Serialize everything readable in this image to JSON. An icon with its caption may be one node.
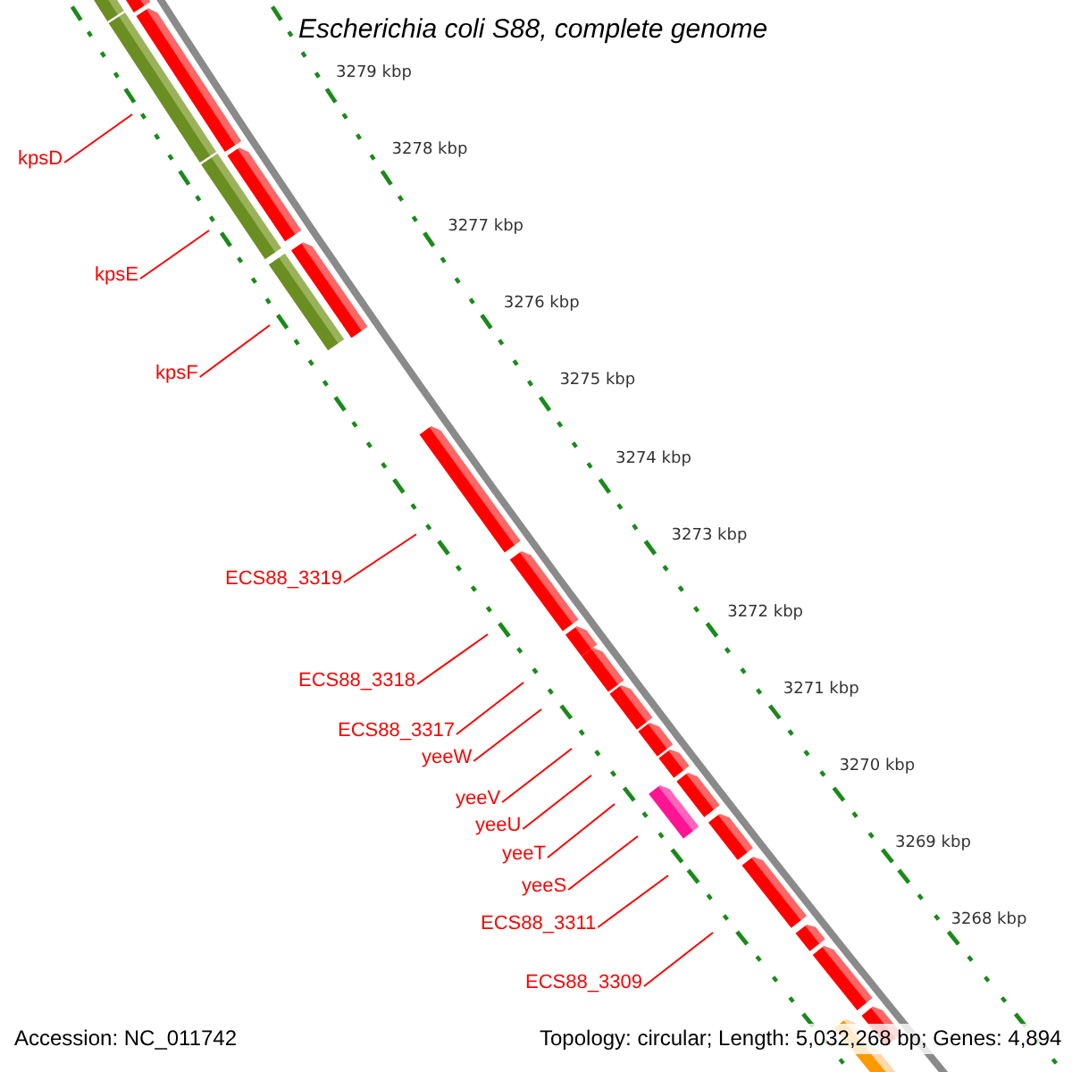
{
  "diagram": {
    "title": "Escherichia coli S88, complete genome",
    "nodes": [
      {
        "text": [
          "kpsD"
        ]
      },
      {
        "text": [
          "kpsE"
        ]
      },
      {
        "text": [
          "kpsF"
        ]
      },
      {
        "text": [
          "ECS88_3319"
        ]
      },
      {
        "text": [
          "ECS88_3318"
        ]
      },
      {
        "text": [
          "ECS88_3317"
        ]
      },
      {
        "text": [
          "yeeW"
        ]
      },
      {
        "text": [
          "yeeV"
        ]
      },
      {
        "text": [
          "yeeU"
        ]
      },
      {
        "text": [
          "yeeT"
        ]
      },
      {
        "text": [
          "yeeS"
        ]
      },
      {
        "text": [
          "ECS88_3311"
        ]
      },
      {
        "text": [
          "ECS88_3309"
        ]
      }
    ],
    "edges": [
      {
        "from": 0,
        "to": null,
        "arrow": "none"
      },
      {
        "from": 1,
        "to": null,
        "arrow": "none"
      },
      {
        "from": 2,
        "to": null,
        "arrow": "none"
      },
      {
        "from": 3,
        "to": null,
        "arrow": "none"
      },
      {
        "from": 4,
        "to": null,
        "arrow": "none"
      },
      {
        "from": 5,
        "to": null,
        "arrow": "none"
      },
      {
        "from": 6,
        "to": null,
        "arrow": "none"
      },
      {
        "from": 7,
        "to": null,
        "arrow": "none"
      },
      {
        "from": 8,
        "to": null,
        "arrow": "none"
      },
      {
        "from": 9,
        "to": null,
        "arrow": "none"
      },
      {
        "from": 10,
        "to": null,
        "arrow": "none"
      },
      {
        "from": 11,
        "to": null,
        "arrow": "none"
      },
      {
        "from": 12,
        "to": null,
        "arrow": "none"
      }
    ],
    "labels": [
      "3279 kbp",
      "3278 kbp",
      "3277 kbp",
      "3276 kbp",
      "3275 kbp",
      "3274 kbp",
      "3273 kbp",
      "3272 kbp",
      "3271 kbp",
      "3270 kbp",
      "3269 kbp",
      "3268 kbp",
      "Accession: NC_011742",
      "Topology: circular; Length: 5,032,268 bp; Genes: 4,894"
    ]
  }
}
